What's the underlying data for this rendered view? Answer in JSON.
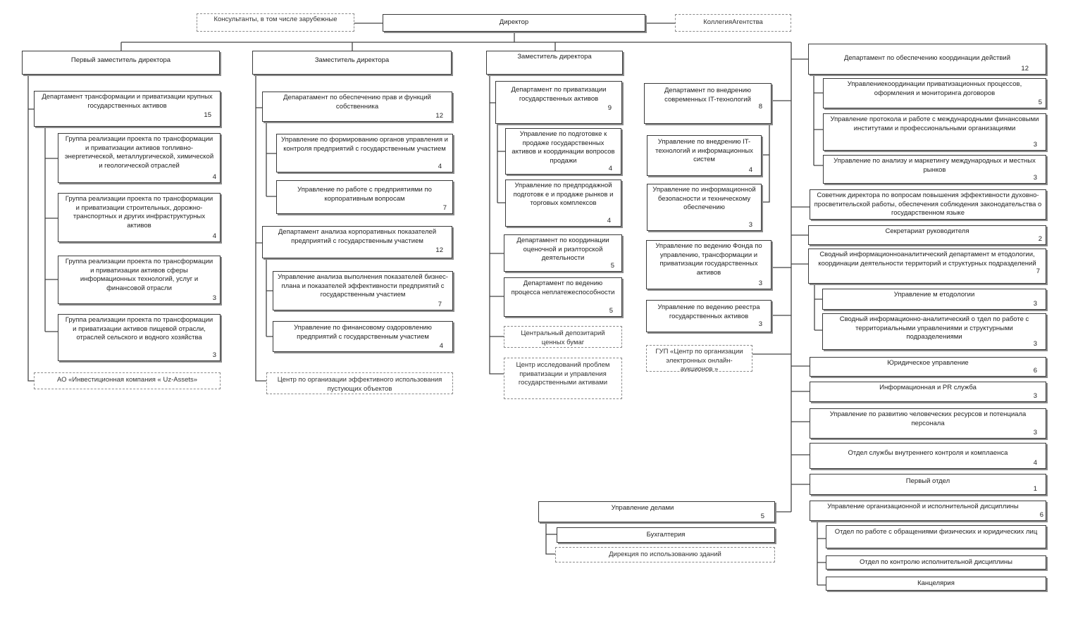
{
  "top": {
    "consultants": "Консультанты, в том числе зарубежные",
    "director": "Директор",
    "collegium": "КоллегияАгентства"
  },
  "col1": {
    "head": "Первый заместитель директора",
    "dept": {
      "label": "Департамент трансформации и приватизации крупных государственных активов",
      "count": "15"
    },
    "groups": [
      {
        "label": "Группа реализации проекта по трансформации и приватизации активов топливно- энергетической, металлургической, химической и геологической отраслей",
        "count": "4"
      },
      {
        "label": "Группа реализации проекта по трансформации и приватизации строительных, дорожно- транспортных и других инфраструктурных активов",
        "count": "4"
      },
      {
        "label": "Группа реализации проекта по трансформации и приватизации активов сферы информационных технологий, услуг и финансовой отрасли",
        "count": "3"
      },
      {
        "label": "Группа реализации проекта по трансформации и приватизации активов пищевой отрасли, отраслей сельского и водного хозяйства",
        "count": "3"
      }
    ],
    "company": "АО «Инвестиционная компания « Uz-Assets»"
  },
  "col2": {
    "head": "Заместитель директора",
    "dept1": {
      "label": "Депаратамент по обеспечению прав и функций собственника",
      "count": "12"
    },
    "sub1": [
      {
        "label": "Управление по формированию органов управления и контроля предприятий с государственным участием",
        "count": "4"
      },
      {
        "label": "Управление по работе с предприятиями по корпоративным вопросам",
        "count": "7"
      }
    ],
    "dept2": {
      "label": "Департамент анализа корпоративных показателей предприятий с государственным участием",
      "count": "12"
    },
    "sub2": [
      {
        "label": "Управление анализа выполнения показателей бизнес- плана и показателей эффективности предприятий с государственным участием",
        "count": "7"
      },
      {
        "label": "Управление по финансовому оздоровлению предприятий с государственным участием",
        "count": "4"
      }
    ],
    "center": "Центр по организации эффективного использования пустующих объектов"
  },
  "col3": {
    "head": "Заместитель директора",
    "dept1": {
      "label": "Департамент по приватизации государственных активов",
      "count": "9"
    },
    "sub1": [
      {
        "label": "Управление по подготовке к продаже государственных активов и координации вопросов продажи",
        "count": "4"
      },
      {
        "label": "Управление по предпродажной подготовк е и продаже рынков и торговых комплексов",
        "count": "4"
      }
    ],
    "dept2": {
      "label": "Департамент по координации оценочной и риэлторской деятельности",
      "count": "5"
    },
    "dept3": {
      "label": "Департамент по ведению процесса неплатежеспособности",
      "count": "5"
    },
    "depository": "Центральный депозитарий ценных бумаг",
    "research": "Центр исследований проблем приватизации и управления государственными активами"
  },
  "col4": {
    "dept": {
      "label": "Департамент по внедрению современных IT-технологий",
      "count": "8"
    },
    "sub": [
      {
        "label": "Управление по внедрению IT-технологий и информационных систем",
        "count": "4"
      },
      {
        "label": "Управление по информационной безопасности и техническому обеспечению",
        "count": "3"
      }
    ],
    "fund": {
      "label": "Управление по ведению Фонда по управлению, трансформации и приватизации государственных активов",
      "count": "3"
    },
    "registry": {
      "label": "Управление по ведению реестра государственных активов",
      "count": "3"
    },
    "gup": "ГУП «Центр по организации электронных онлайн-аукционов »"
  },
  "affairs": {
    "head": {
      "label": "Управление делами",
      "count": "5"
    },
    "accounting": "Бухгалтерия",
    "buildings": "Дирекция по использованию зданий"
  },
  "right": {
    "coord": {
      "label": "Департамент по обеспечению координации действий",
      "count": "12"
    },
    "coord_sub": [
      {
        "label": "Управлениекоординации приватизационных процессов, оформления и мониторинга договоров",
        "count": "5"
      },
      {
        "label": "Управление протокола и работе с международными финансовыми институтами и профессиональными организациями",
        "count": "3"
      },
      {
        "label": "Управление по анализу и маркетингу международных и местных рынков",
        "count": "3"
      }
    ],
    "advisor": "Советник директора по вопросам повышения эффективности духовно-просветительской работы, обеспечения соблюдения законодательства о государственном языке",
    "secretariat": {
      "label": "Секретариат руководителя",
      "count": "2"
    },
    "analytics": {
      "label": "Сводный информационноаналитический департамент м етодологии, координации деятельности территорий и структурных подразделений",
      "count": "7"
    },
    "analytics_sub": [
      {
        "label": "Управление м етодологии",
        "count": "3"
      },
      {
        "label": "Сводный информационно-аналитический о тдел по работе с территориальными управлениями и структурными подразделениями",
        "count": "3"
      }
    ],
    "legal": {
      "label": "Юридическое управление",
      "count": "6"
    },
    "pr": {
      "label": "Информационная и PR служба",
      "count": "3"
    },
    "hr": {
      "label": "Управление по развитию человеческих ресурсов и потенциала персонала",
      "count": "3"
    },
    "compliance": {
      "label": "Отдел службы внутреннего контроля и комплаенса",
      "count": "4"
    },
    "first_dept": {
      "label": "Первый отдел",
      "count": "1"
    },
    "discipline": {
      "label": "Управление организационной и исполнительной дисциплины",
      "count": "6"
    },
    "discipline_sub": [
      {
        "label": "Отдел по работе с обращениями физических и юридических лиц"
      },
      {
        "label": "Отдел по контролю исполнительной дисциплины"
      },
      {
        "label": "Канцелярия"
      }
    ]
  }
}
